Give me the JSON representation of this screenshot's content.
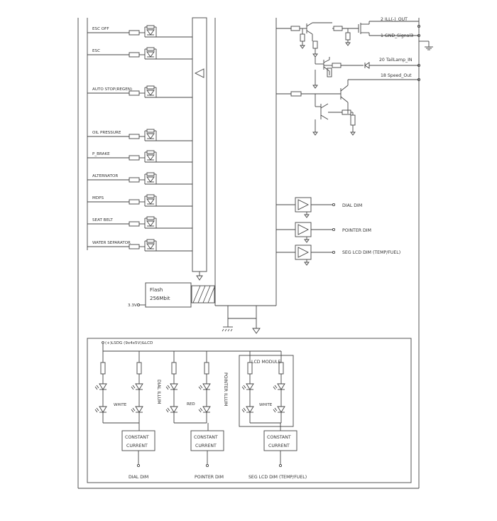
{
  "diagram": {
    "warning_labels": [
      "ESC OFF",
      "ESC",
      "AUTO STOP(REGEN)",
      "OIL PRESSURE",
      "P_BRAKE",
      "ALTERNATOR",
      "MDPS",
      "SEAT BELT",
      "WATER SEPARATOR"
    ],
    "connectors": {
      "ill_out": "2 ILL(-)_OUT",
      "gnd": "1 GND_Signal3",
      "taillamp": "20 TailLamp_IN",
      "speed": "18 Speed_Out"
    },
    "dim_outputs": [
      "DIAL DIM",
      "POINTER DIM",
      "SEG LCD DIM (TEMP/FUEL)"
    ],
    "flash": {
      "line1": "Flash",
      "line2": "256Mbit",
      "supply": "3.3V"
    },
    "illumination": {
      "supply_label": "(+)LSDG (9x4x5V)&LCD",
      "lcd_module": "LCD MODULE",
      "dial_illum": "DIAL ILLUM",
      "pointer_illum": "POINTER ILLUM",
      "color_white": "WHITE",
      "color_red": "RED",
      "color_white_lcd": "WHITE",
      "cc_line1": "CONSTANT",
      "cc_line2": "CURRENT",
      "bottom_labels": [
        "DIAL DIM",
        "POINTER DIM",
        "SEG LCD DIM (TEMP/FUEL)"
      ]
    }
  }
}
